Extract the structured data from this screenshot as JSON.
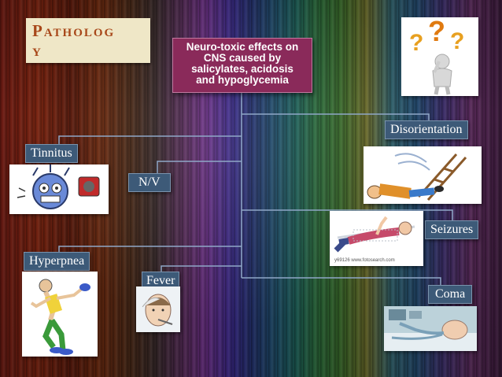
{
  "title": {
    "line1": "Patholog",
    "line2": "y"
  },
  "central": {
    "line1": "Neuro-toxic effects on",
    "line2": "CNS caused by",
    "line3": "salicylates, acidosis",
    "line4": "and hypoglycemia"
  },
  "nodes": {
    "tinnitus": "Tinnitus",
    "nv": "N/V",
    "hyperpnea": "Hyperpnea",
    "fever": "Fever",
    "disorientation": "Disorientation",
    "seizures": "Seizures",
    "coma": "Coma"
  },
  "images": {
    "question_figure": "question-person-icon",
    "tinnitus_face": "dizzy-face-icon",
    "disoriented_person": "falling-ladder-person-icon",
    "seizure_person": "lying-person-icon",
    "breathing_runner": "exhausted-runner-icon",
    "fever_head": "thermometer-head-icon",
    "coma_patient": "ventilated-patient-icon"
  },
  "watermark": {
    "seizure_caption": "y69126 www.fotosearch.com"
  },
  "colors": {
    "title_bg": "#efe7c7",
    "title_text": "#a8481a",
    "central_bg": "#8a2a5a",
    "node_bg": "#3d5a78",
    "connector": "#8fa7c7"
  }
}
